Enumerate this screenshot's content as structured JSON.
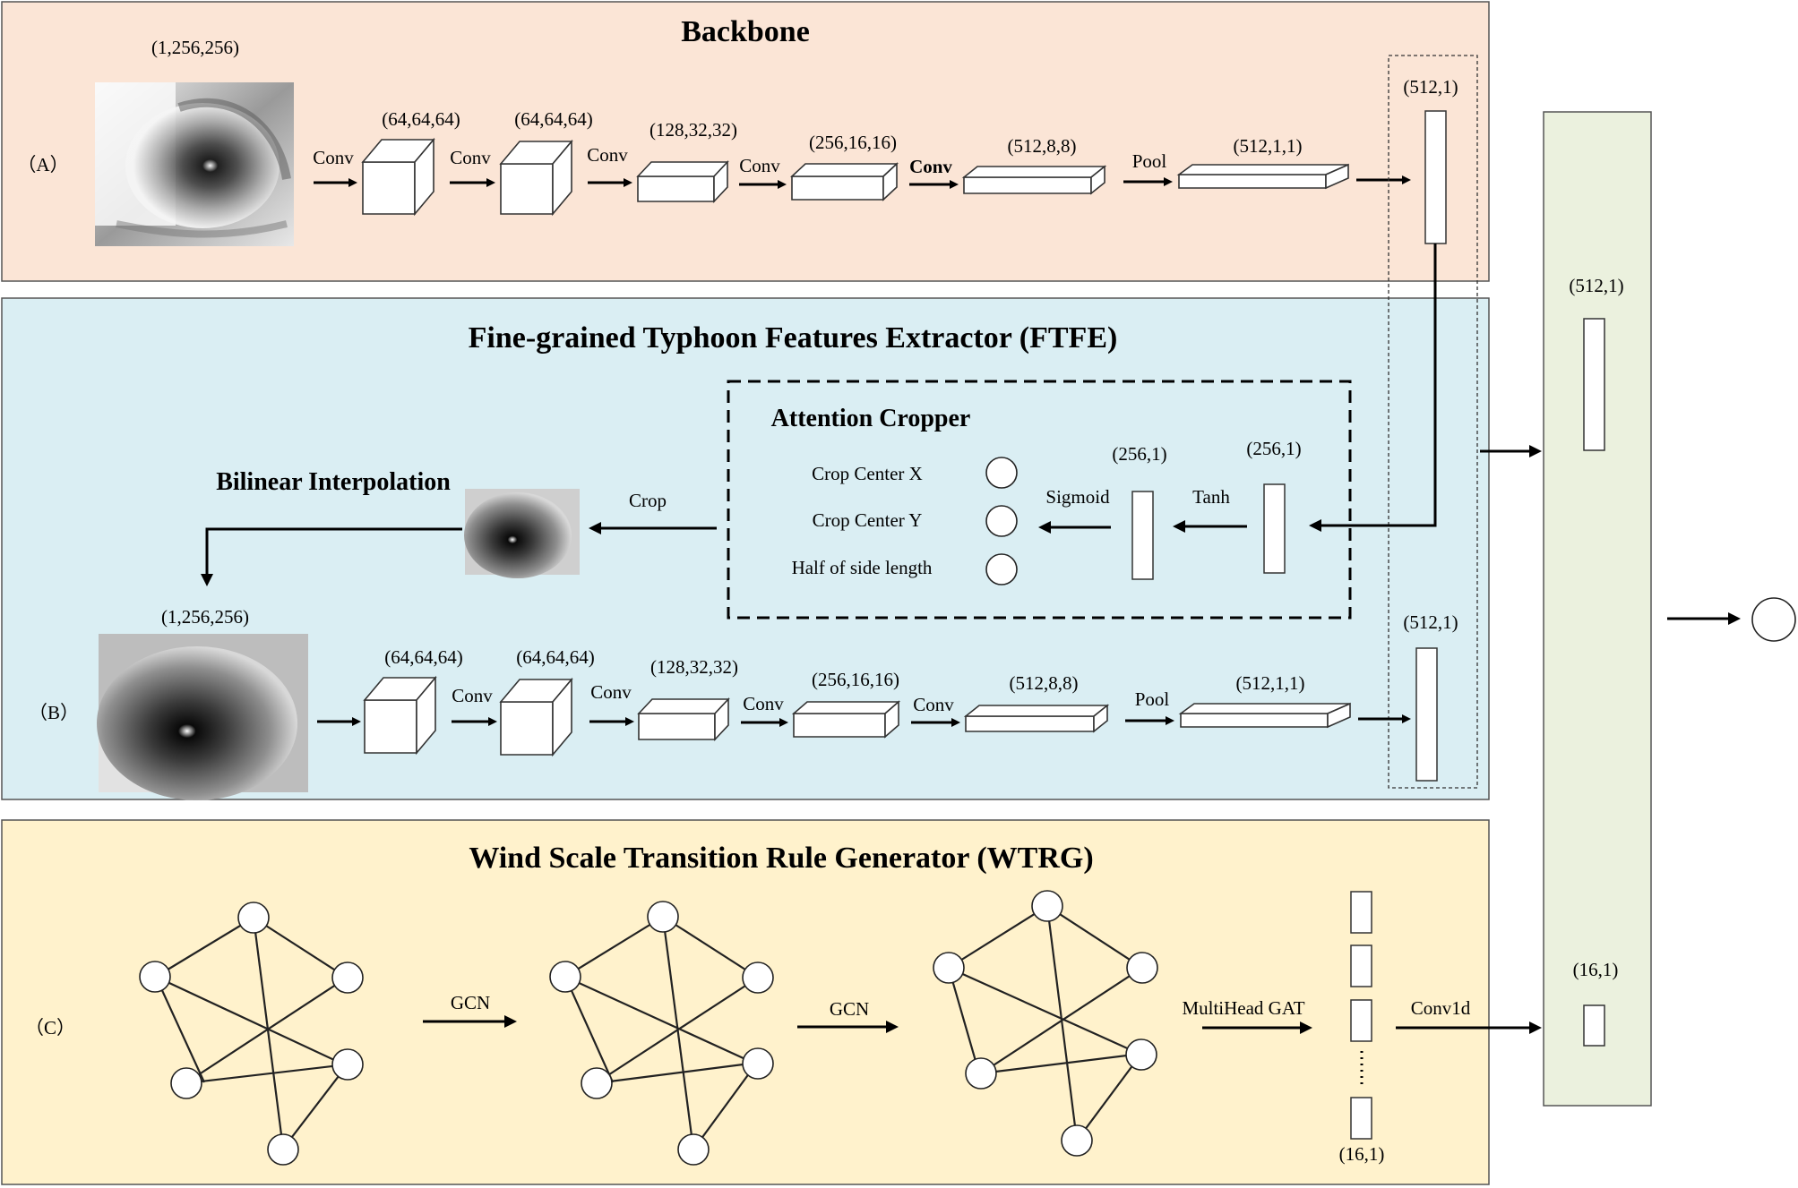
{
  "diagram": {
    "backbone": {
      "title": "Backbone",
      "row_label": "（A）",
      "input_dim": "(1,256,256)",
      "blocks": [
        {
          "op": "Conv",
          "dim": "(64,64,64)"
        },
        {
          "op": "Conv",
          "dim": "(64,64,64)"
        },
        {
          "op": "Conv",
          "dim": "(128,32,32)"
        },
        {
          "op": "Conv",
          "dim": "(256,16,16)"
        },
        {
          "op": "Conv",
          "dim": "(512,8,8)"
        },
        {
          "op": "Pool",
          "dim": "(512,1,1)"
        }
      ],
      "output_dim": "(512,1)"
    },
    "ftfe": {
      "title": "Fine-grained Typhoon Features Extractor (FTFE)",
      "row_label": "（B）",
      "attention_cropper": {
        "title": "Attention Cropper",
        "outputs": [
          "Crop Center X",
          "Crop Center Y",
          "Half of side length"
        ],
        "sigmoid": "Sigmoid",
        "tanh": "Tanh",
        "sigmoid_dim": "(256,1)",
        "tanh_dim": "(256,1)"
      },
      "crop_label": "Crop",
      "bilinear_label": "Bilinear Interpolation",
      "input_dim": "(1,256,256)",
      "blocks": [
        {
          "op": "",
          "dim": "(64,64,64)"
        },
        {
          "op": "Conv",
          "dim": "(64,64,64)"
        },
        {
          "op": "Conv",
          "dim": "(128,32,32)"
        },
        {
          "op": "Conv",
          "dim": "(256,16,16)"
        },
        {
          "op": "Conv",
          "dim": "(512,8,8)"
        },
        {
          "op": "Pool",
          "dim": "(512,1,1)"
        }
      ],
      "output_dim": "(512,1)"
    },
    "wtrg": {
      "title": "Wind Scale Transition Rule Generator (WTRG)",
      "row_label": "（C）",
      "gcn1": "GCN",
      "gcn2": "GCN",
      "gat": "MultiHead GAT",
      "conv1d": "Conv1d",
      "stack_dim": "(16,1)"
    },
    "fusion": {
      "dim_top": "(512,1)",
      "dim_bottom": "(16,1)"
    },
    "colors": {
      "backbone_bg": "#fbe5d6",
      "ftfe_bg": "#daeef3",
      "wtrg_bg": "#fff2cc",
      "fusion_bg": "#ebf1de"
    }
  }
}
